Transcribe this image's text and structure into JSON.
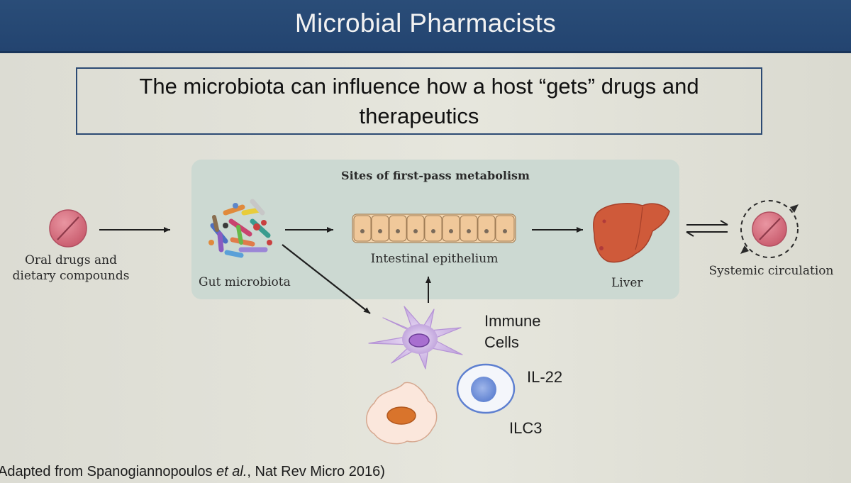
{
  "slide": {
    "title": "Microbial Pharmacists",
    "claim_line1": "The microbiota can influence how a host “gets” drugs and",
    "claim_line2": "therapeutics"
  },
  "diagram": {
    "panel_title": "Sites of first-pass metabolism",
    "oral_drugs_line1": "Oral drugs and",
    "oral_drugs_line2": "dietary compounds",
    "gut_microbiota": "Gut microbiota",
    "intestinal_epithelium": "Intestinal epithelium",
    "liver": "Liver",
    "systemic_circulation": "Systemic circulation",
    "immune_line1": "Immune",
    "immune_line2": "Cells",
    "il22": "IL-22",
    "ilc3": "ILC3"
  },
  "citation": {
    "prefix": "Adapted from Spanogiannopoulos ",
    "etal": "et al.",
    "suffix": ", Nat Rev Micro 2016)"
  },
  "colors": {
    "title_bar": "#254671",
    "panel": "#ccd9d2",
    "pill": "#d9707f",
    "liver": "#cf5a3a",
    "epithelium": "#f0c89a",
    "dendritic_cell": "#b48ad6",
    "ilc3_cell": "#6f8fd8",
    "macrophage_nucleus": "#d9742c"
  },
  "icons": [
    "pill-icon",
    "microbiota-icon",
    "epithelium-icon",
    "liver-icon",
    "circulation-icon",
    "dendritic-cell-icon",
    "ilc3-cell-icon",
    "macrophage-icon"
  ]
}
